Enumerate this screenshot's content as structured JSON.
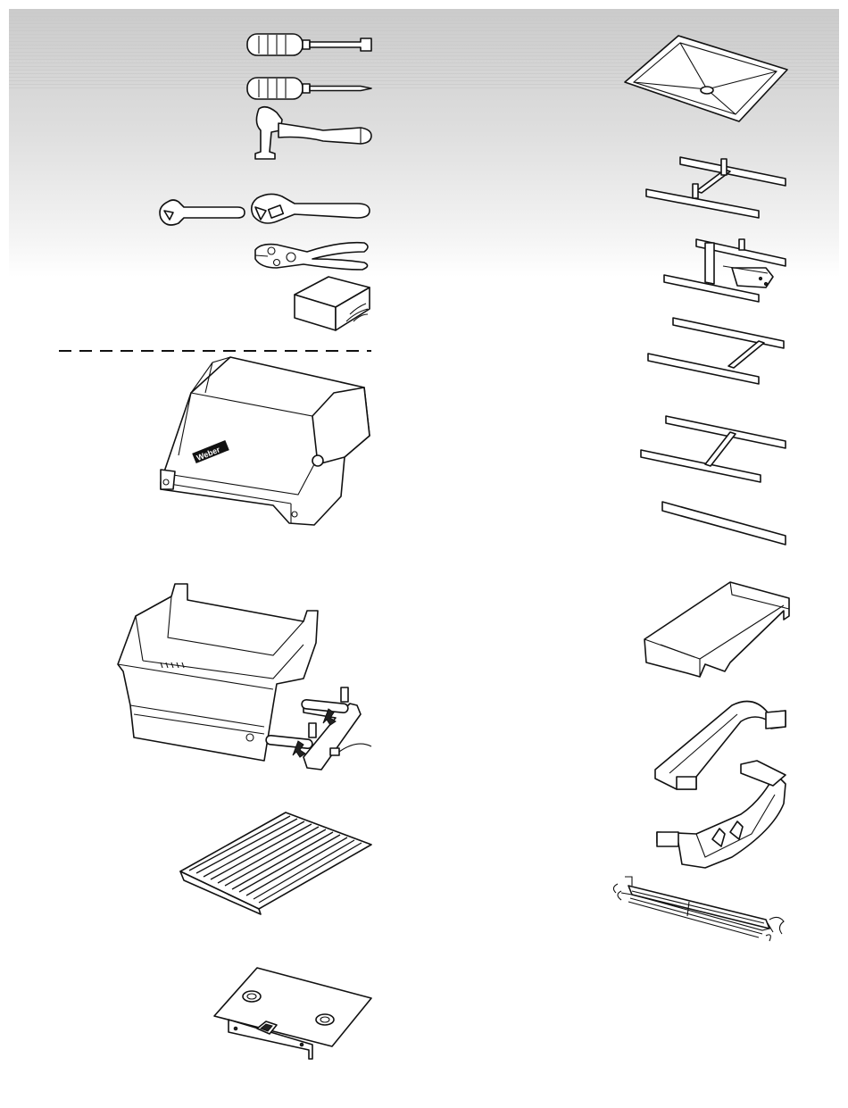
{
  "brand": {
    "logo_text": "Weber"
  },
  "sections": {
    "tools_required": [
      "flat-screwdriver-icon",
      "phillips-screwdriver-icon",
      "hammer-icon",
      "open-end-wrench-icon",
      "adjustable-wrench-icon",
      "pliers-icon",
      "wood-block-icon"
    ],
    "grill_parts_left": [
      "grill-lid-part",
      "cookbox-with-burners-part",
      "cooking-grate-part",
      "control-panel-part"
    ],
    "cart_parts_right": [
      "grease-tray-part",
      "frame-assembly-part",
      "frame-assembly-part",
      "frame-assembly-part",
      "frame-assembly-part",
      "frame-rail-part",
      "side-table-part",
      "end-frame-left-part",
      "end-frame-right-part",
      "warming-rack-part"
    ]
  },
  "colors": {
    "line": "#111111",
    "band_dark": "#cbcbcb",
    "band_light": "#ffffff"
  }
}
